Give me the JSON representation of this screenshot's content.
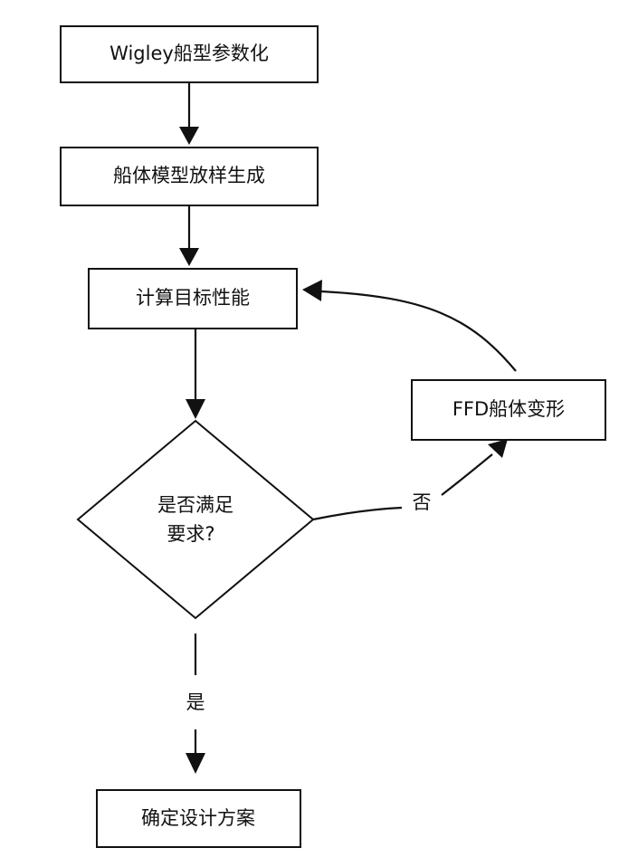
{
  "nodes": {
    "param": "Wigley船型参数化",
    "loft": "船体模型放样生成",
    "compute": "计算目标性能",
    "decision_line1": "是否满足",
    "decision_line2": "要求?",
    "ffd": "FFD船体变形",
    "final": "确定设计方案"
  },
  "edges": {
    "no_label": "否",
    "yes_label": "是"
  }
}
